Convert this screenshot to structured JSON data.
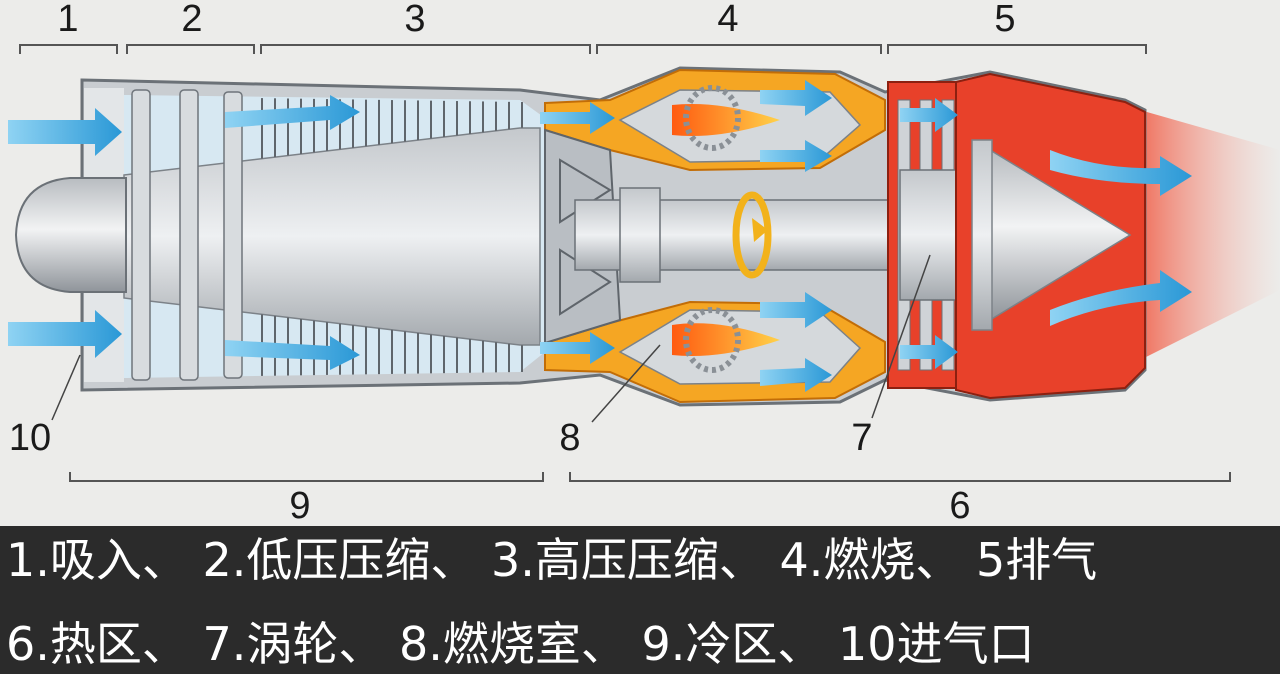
{
  "diagram": {
    "section_labels": {
      "intake": "1",
      "low_pressure_compression": "2",
      "high_pressure_compression": "3",
      "combustion": "4",
      "exhaust": "5",
      "hot_section": "6",
      "turbine": "7",
      "combustion_chamber": "8",
      "cold_section": "9",
      "air_inlet": "10"
    },
    "colors": {
      "airflow": "#3aa7df",
      "casing": "#9ea4ab",
      "combustor": "#f5a623",
      "hot_section": "#e8412a",
      "flame": "#ff7a1a",
      "background": "#ececea",
      "caption_bg": "#2b2b2b"
    }
  },
  "caption": {
    "line1": "1.吸入、 2.低压压缩、 3.高压压缩、 4.燃烧、 5排气",
    "line2": "6.热区、 7.涡轮、 8.燃烧室、 9.冷区、 10进气口"
  }
}
